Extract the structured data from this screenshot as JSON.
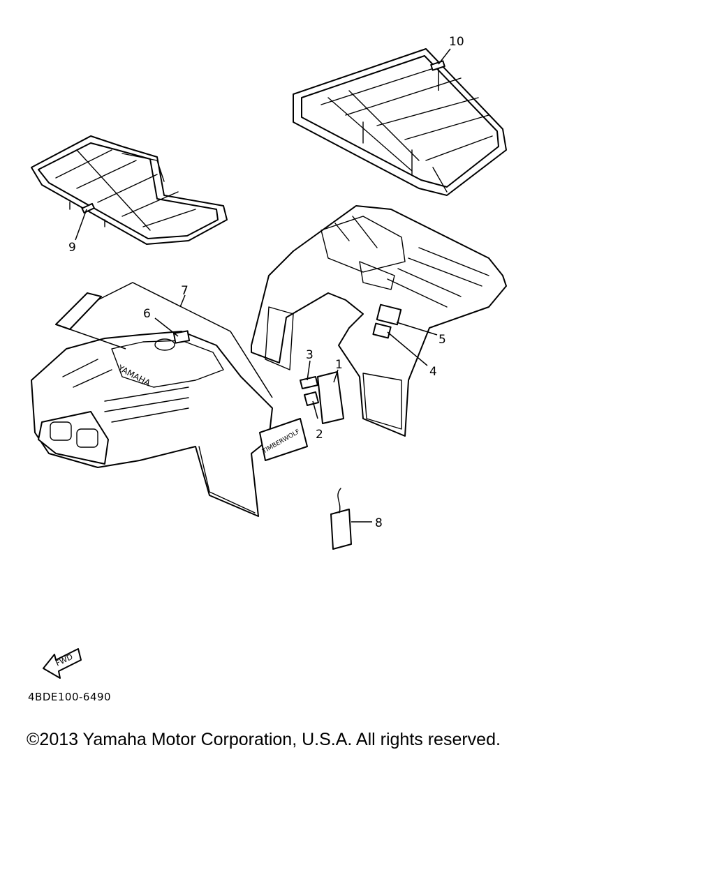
{
  "diagram": {
    "callouts": [
      "1",
      "2",
      "3",
      "4",
      "5",
      "6",
      "7",
      "8",
      "9",
      "10"
    ],
    "decal_text": {
      "timberwolf": "TIMBERWOLF",
      "yamaha": "YAMAHA"
    },
    "fwd_label": "FWD",
    "part_code": "4BDE100-6490"
  },
  "footer": {
    "copyright": "©2013 Yamaha Motor Corporation, U.S.A. All rights reserved."
  }
}
